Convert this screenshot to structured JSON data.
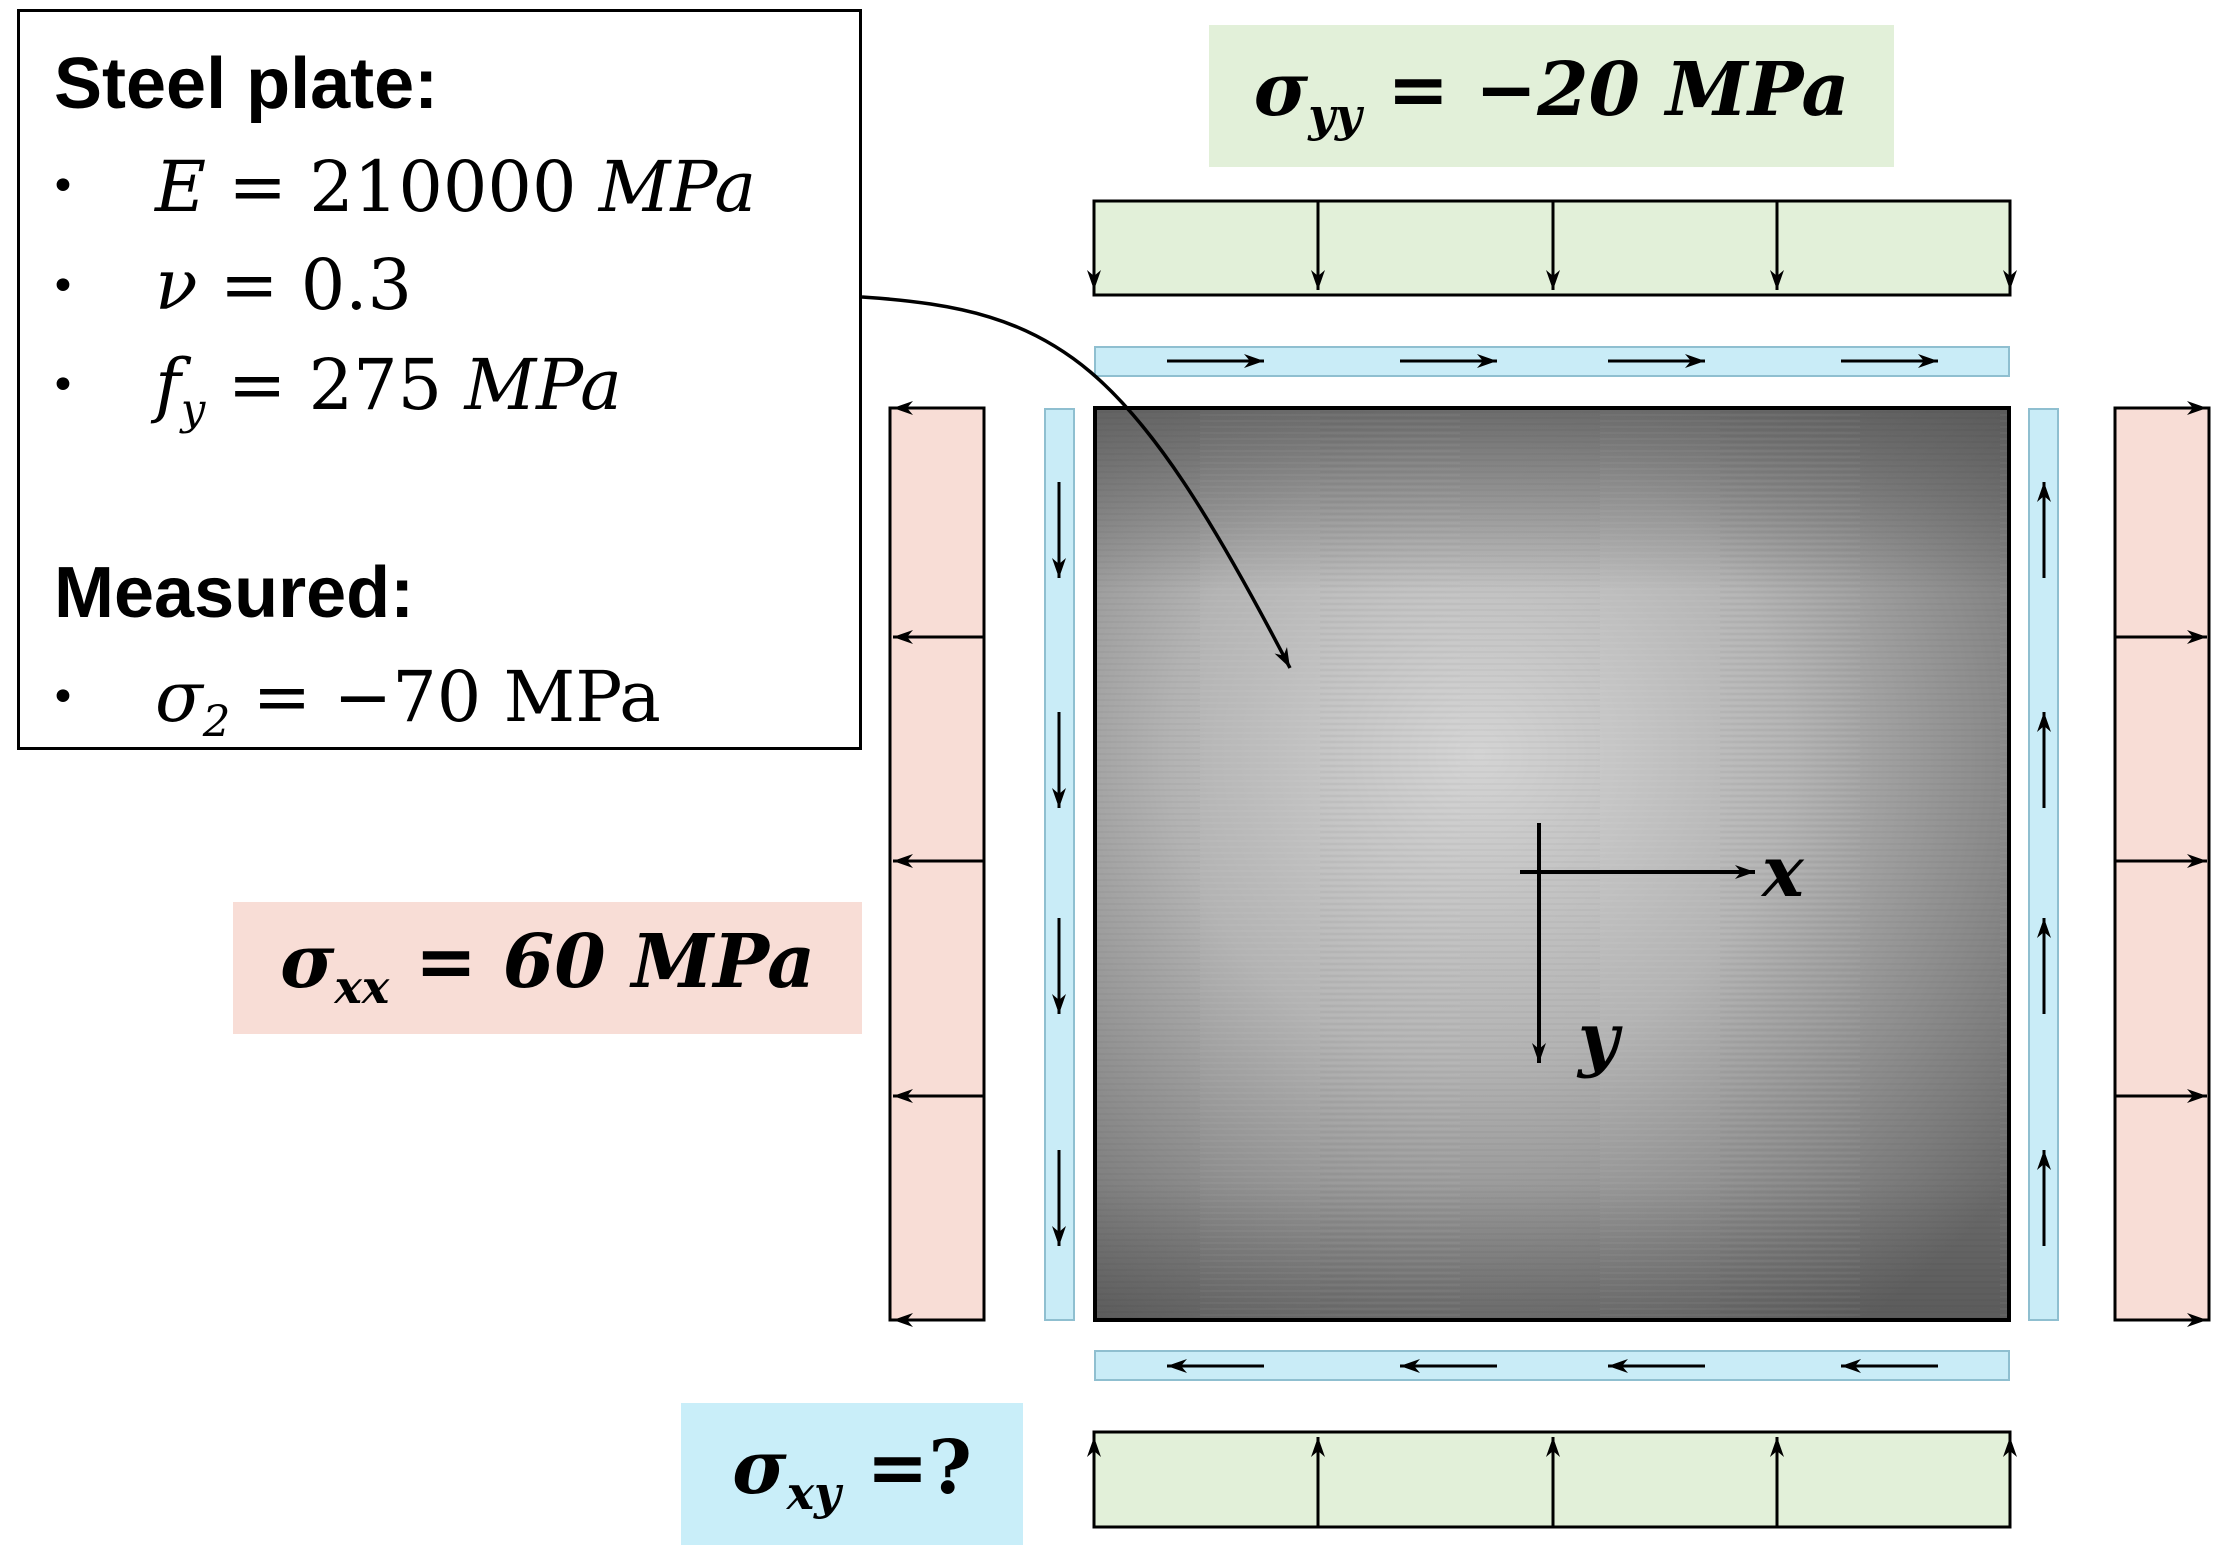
{
  "info": {
    "heading1": "Steel plate:",
    "e_symbol": "E",
    "e_value": " = 210000 ",
    "e_unit": "MPa",
    "nu_symbol": "ν",
    "nu_value": " = 0.3",
    "fy_symbol": "f",
    "fy_sub": "y",
    "fy_value": " = 275 ",
    "fy_unit": "MPa",
    "heading2": "Measured:",
    "s2_symbol": "σ",
    "s2_sub": "2",
    "s2_value": " = −70 MPa",
    "bullet": "•"
  },
  "labels": {
    "syy_symbol": "σ",
    "syy_sub": "yy",
    "syy_value": " = −20 MPa",
    "sxx_symbol": "σ",
    "sxx_sub": "xx",
    "sxx_value": " = 60 MPa",
    "sxy_symbol": "σ",
    "sxy_sub": "xy",
    "sxy_value": " =?"
  },
  "axes": {
    "x_label": "x",
    "y_label": "y"
  },
  "colors": {
    "normal_y_fill": "#e2f0d9",
    "normal_x_fill": "#f8ddd6",
    "shear_fill": "#c9ecf7",
    "shear_label_fill": "#c9eef9",
    "plate_dark": "#5a5a5a",
    "plate_light": "#cfcfcf"
  }
}
